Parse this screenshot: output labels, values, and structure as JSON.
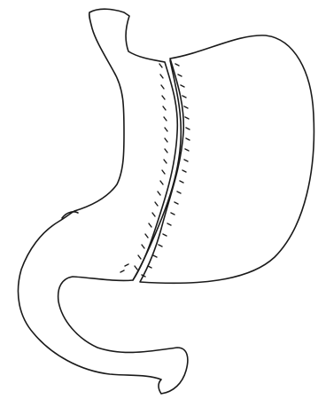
{
  "figure": {
    "subject": "stomach-sleeve-gastrectomy-illustration",
    "colors": {
      "background": "#ffffff",
      "ink": "#1a1a1a"
    },
    "parts": [
      {
        "id": "esophagus",
        "icon": "esophagus-shape"
      },
      {
        "id": "gastric-sleeve",
        "icon": "sleeve-tube-shape"
      },
      {
        "id": "excised-stomach",
        "icon": "stomach-fundus-shape"
      },
      {
        "id": "duodenum",
        "icon": "duodenum-shape"
      },
      {
        "id": "staple-line-left",
        "icon": "dashed-suture-line"
      },
      {
        "id": "staple-line-right",
        "icon": "dashed-suture-line"
      }
    ]
  }
}
